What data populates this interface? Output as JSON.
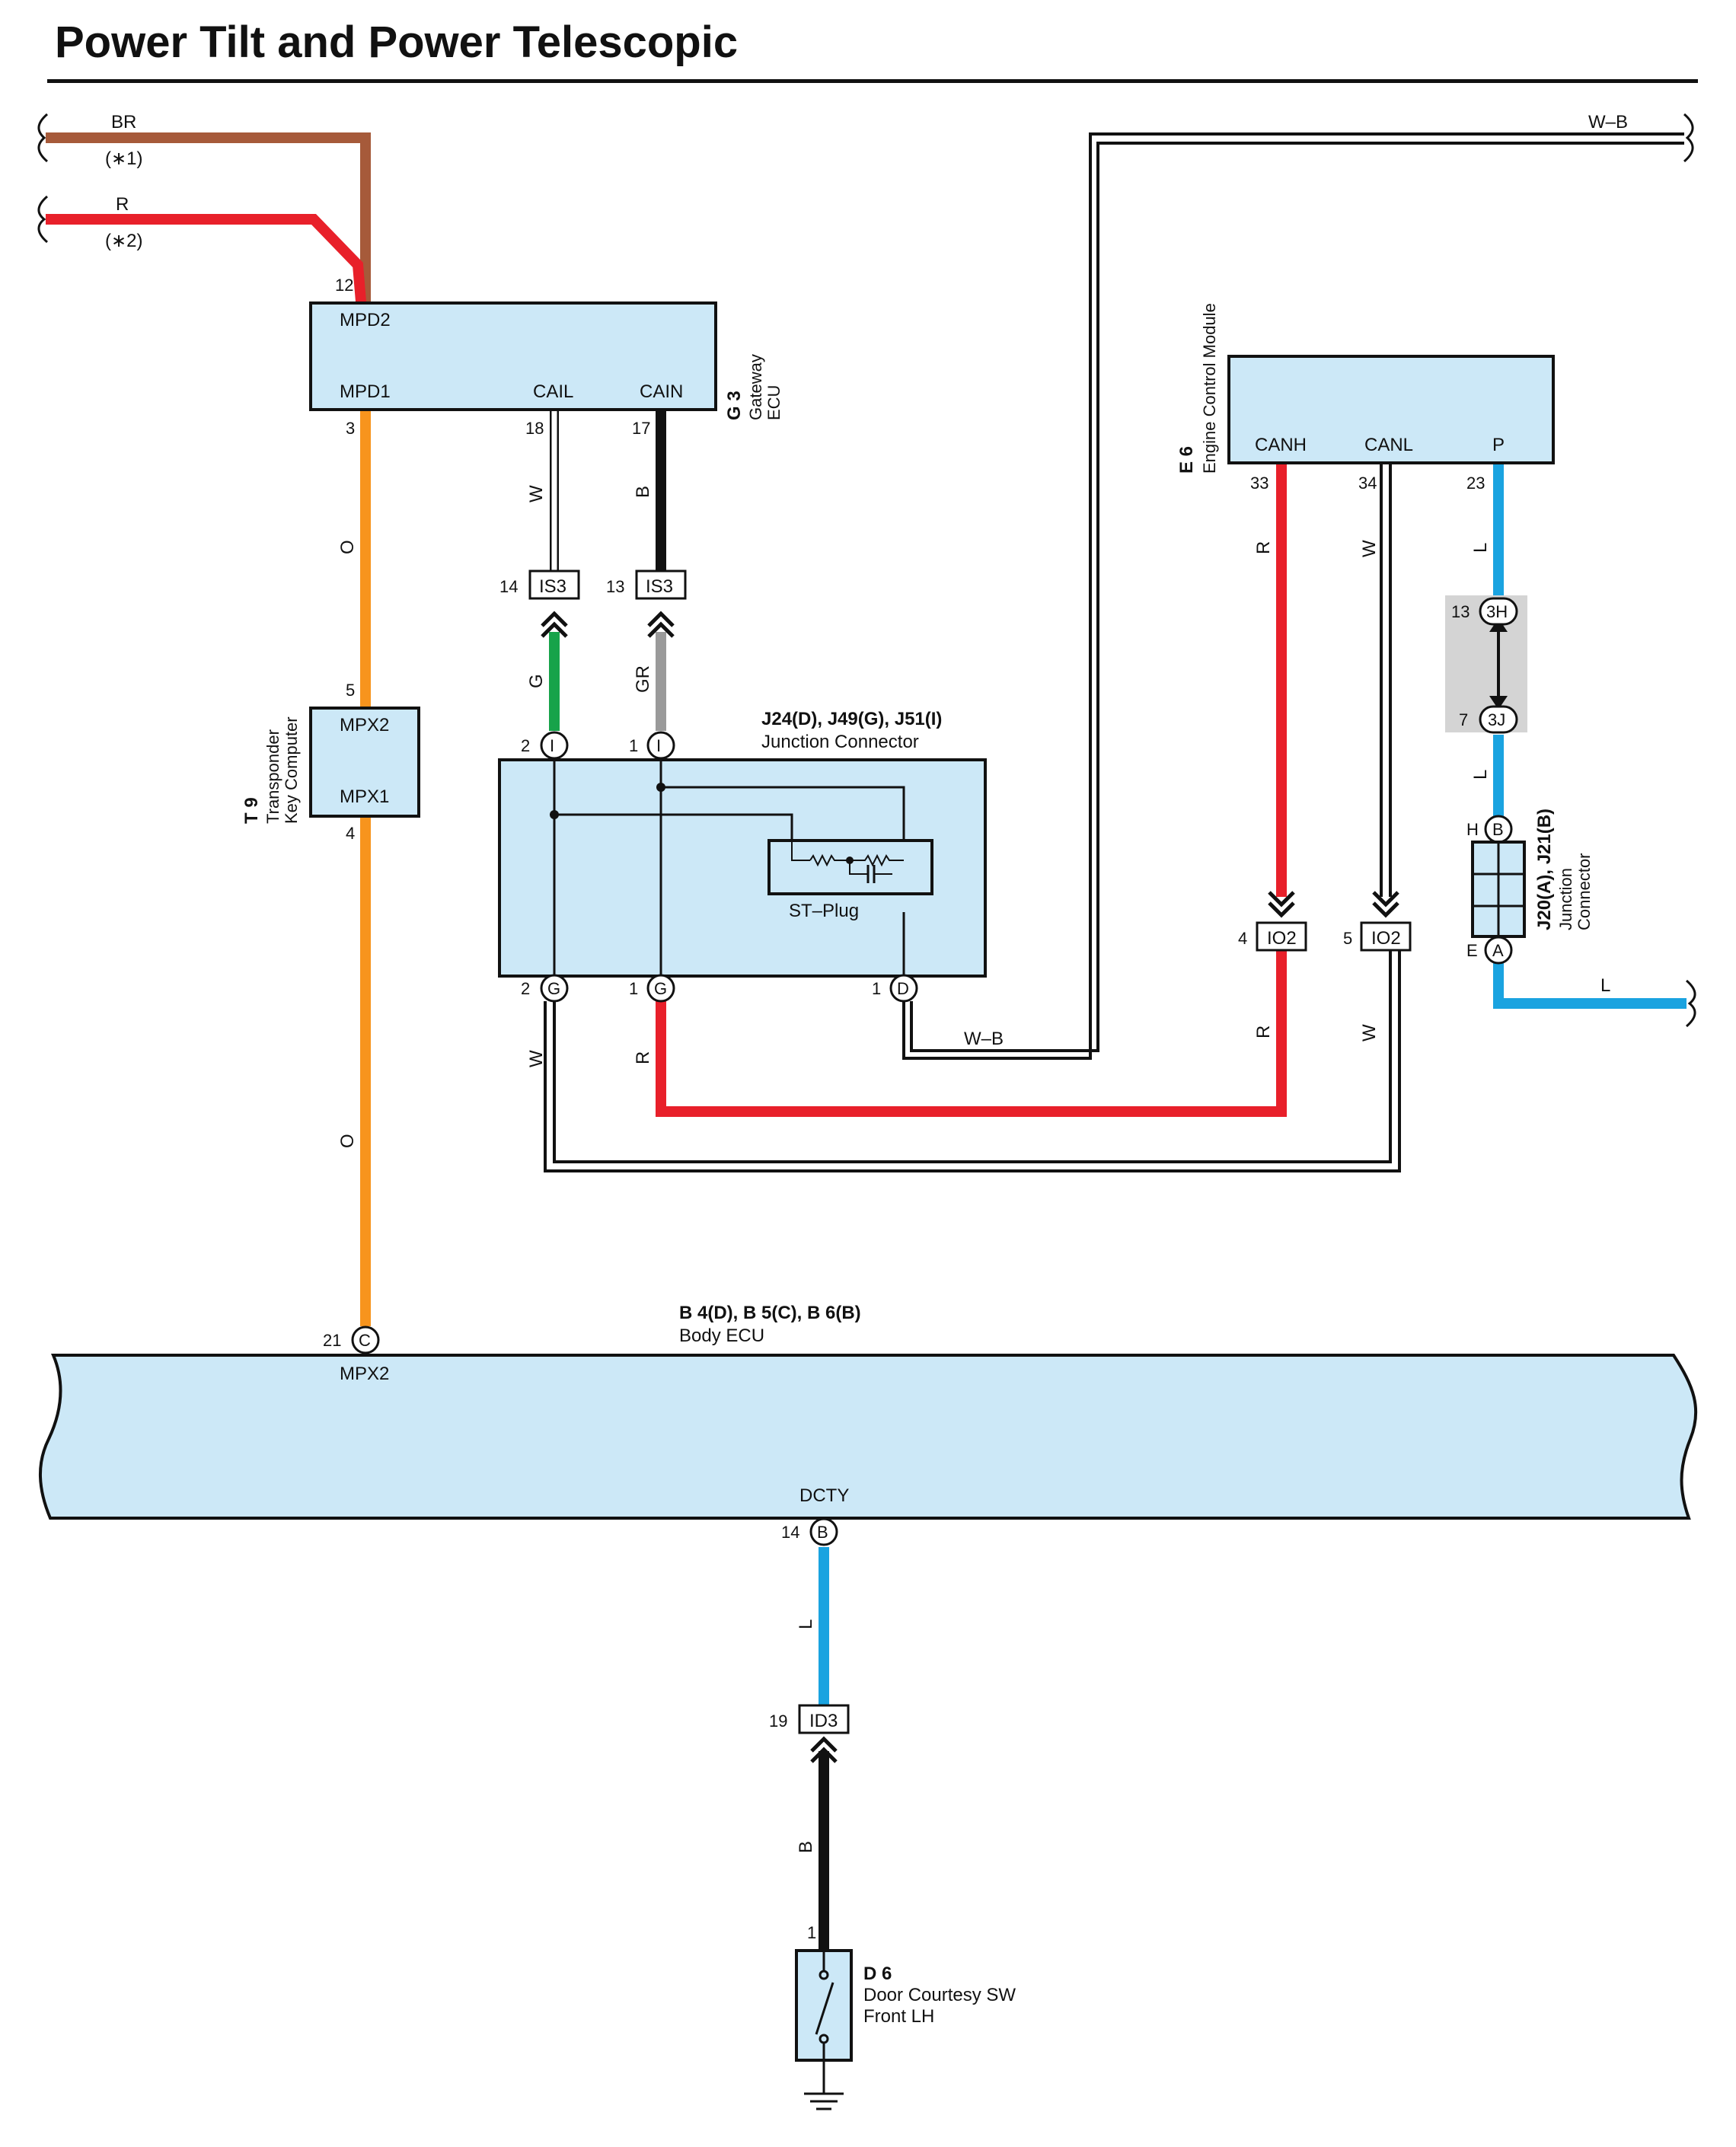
{
  "title": "Power Tilt and Power Telescopic",
  "colors": {
    "BR": "#a65a3a",
    "R": "#e8202a",
    "O": "#f7941d",
    "W": "#ffffff",
    "B": "#111111",
    "G": "#17a34a",
    "GR": "#9a9a9a",
    "L": "#1aa3e0",
    "component_fill": "#cce8f7"
  },
  "wires": {
    "br": "BR",
    "r": "R",
    "o": "O",
    "w": "W",
    "b": "B",
    "g": "G",
    "gr": "GR",
    "l": "L",
    "wb": "W–B",
    "note1": "(∗1)",
    "note2": "(∗2)"
  },
  "components": {
    "gateway": {
      "code": "G 3",
      "name": "Gateway",
      "name2": "ECU",
      "mpd2": "MPD2",
      "mpd1": "MPD1",
      "cail": "CAIL",
      "cain": "CAIN",
      "pin12": "12",
      "pin3": "3",
      "pin18": "18",
      "pin17": "17"
    },
    "transponder": {
      "code": "T 9",
      "name": "Transponder",
      "name2": "Key Computer",
      "mpx2": "MPX2",
      "mpx1": "MPX1",
      "pin5": "5",
      "pin4": "4"
    },
    "junction": {
      "code": "J24(D), J49(G), J51(I)",
      "name": "Junction Connector",
      "stplug": "ST–Plug",
      "pin2": "2",
      "pin1": "1",
      "pI": "I",
      "pG": "G",
      "pD": "D"
    },
    "ecm": {
      "code": "E 6",
      "name": "Engine Control Module",
      "canh": "CANH",
      "canl": "CANL",
      "p": "P",
      "pin33": "33",
      "pin34": "34",
      "pin23": "23"
    },
    "jc2": {
      "code": "J20(A), J21(B)",
      "name": "Junction",
      "name2": "Connector",
      "pH": "H",
      "pB": "B",
      "pE": "E",
      "pA": "A"
    },
    "body": {
      "code": "B 4(D), B 5(C), B 6(B)",
      "name": "Body ECU",
      "mpx2": "MPX2",
      "dcty": "DCTY",
      "pin21": "21",
      "pC": "C",
      "pin14": "14",
      "pB": "B"
    },
    "door": {
      "code": "D 6",
      "name": "Door Courtesy SW",
      "name2": "Front LH",
      "pin1": "1"
    }
  },
  "connectors": {
    "is3": "IS3",
    "io2": "IO2",
    "id3": "ID3",
    "c3h": "3H",
    "c3j": "3J",
    "n14": "14",
    "n13": "13",
    "n4": "4",
    "n5": "5",
    "n19": "19",
    "n7": "7"
  }
}
